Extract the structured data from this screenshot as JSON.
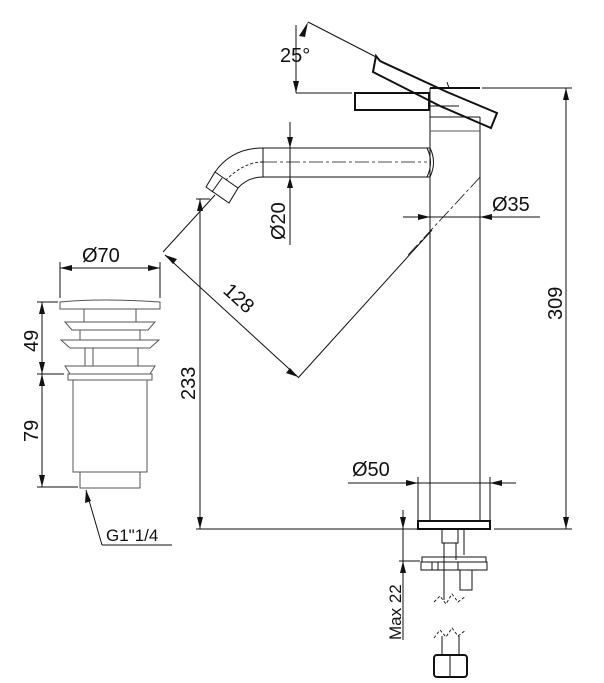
{
  "drawing": {
    "title": "Tall basin mixer with pop-up waste — dimensional drawing",
    "units": "mm",
    "colors": {
      "line": "#111111",
      "background": "#ffffff"
    }
  },
  "dimensions": {
    "lever_angle": "25°",
    "spout_diameter": "Ø20",
    "body_diameter": "Ø35",
    "base_diameter": "Ø50",
    "spout_reach": "128",
    "spout_height": "233",
    "overall_height": "309",
    "mounting_thickness": "Max 22",
    "waste_diameter": "Ø70",
    "waste_upper_height": "49",
    "waste_lower_height": "79",
    "waste_thread": "G1\"1/4"
  }
}
